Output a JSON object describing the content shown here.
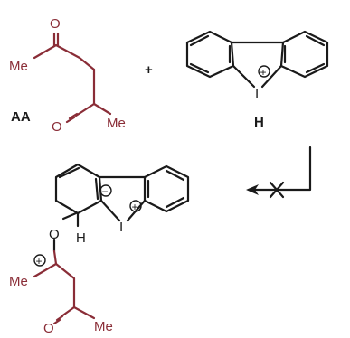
{
  "labels": {
    "aa": "AA",
    "h": "H",
    "plus": "+",
    "o_top": "O",
    "o_bottom": "O",
    "me_left": "Me",
    "me_right": "Me",
    "i_top": "I",
    "h_bottom": "H",
    "i_bottom": "I",
    "o_ether": "O",
    "me_bottom": "Me",
    "o_keto": "O",
    "me_keto": "Me"
  },
  "charges": {
    "plus": "+",
    "minus": "−"
  },
  "colors": {
    "black": "#1a1a1a",
    "red": "#8a2d37"
  },
  "icons": [
    "cross-mark-icon",
    "arrow-left-icon"
  ]
}
